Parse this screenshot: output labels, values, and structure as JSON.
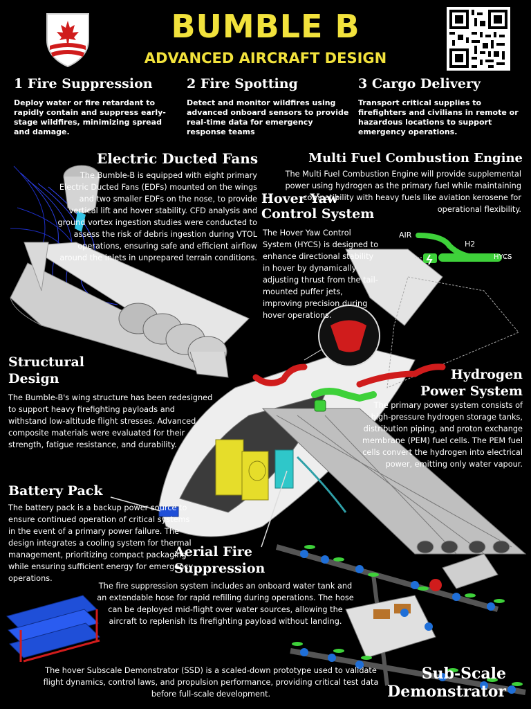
{
  "header": {
    "title": "BUMBLE B",
    "subtitle": "ADVANCED AIRCRAFT DESIGN"
  },
  "missions": [
    {
      "heading": "1 Fire Suppression",
      "text": "Deploy water or fire retardant to rapidly contain and suppress early-stage wildfires, minimizing spread and damage."
    },
    {
      "heading": "2 Fire Spotting",
      "text": "Detect and monitor wildfires using advanced onboard sensors to provide real-time data for emergency response teams"
    },
    {
      "heading": "3 Cargo Delivery",
      "text": "Transport critical supplies to firefighters and civilians in remote or hazardous locations to support emergency operations."
    }
  ],
  "sections": {
    "edf": {
      "heading": "Electric Ducted Fans",
      "text": "The Bumble-B is equipped with eight primary Electric Ducted Fans (EDFs) mounted on the wings and two smaller EDFs on the nose, to provide vertical lift and hover stability. CFD analysis and ground vortex ingestion studies were conducted to assess the risk of debris ingestion during VTOL operations, ensuring safe and efficient airflow around the inlets in unprepared terrain conditions."
    },
    "engine": {
      "heading": "Multi Fuel Combustion Engine",
      "text": "The Multi Fuel Combustion Engine will provide supplemental power using hydrogen as the primary fuel while maintaining compatibility with heavy fuels like aviation kerosene for operational flexibility."
    },
    "hycs": {
      "heading_line1": "Hover Yaw",
      "heading_line2": "Control System",
      "text": "The Hover Yaw Control System (HYCS) is designed to enhance directional stability in hover by dynamically adjusting thrust from the tail-mounted puffer jets, improving precision during hover operations."
    },
    "structural": {
      "heading_line1": "Structural",
      "heading_line2": "Design",
      "text": "The Bumble-B's wing structure has been redesigned to support heavy firefighting payloads and withstand low-altitude flight stresses. Advanced composite materials were evaluated for their strength, fatigue resistance, and durability."
    },
    "hydrogen": {
      "heading_line1": "Hydrogen",
      "heading_line2": "Power System",
      "text": "The primary power system consists of high-pressure hydrogen storage tanks, distribution piping, and proton exchange membrane (PEM) fuel cells. The PEM fuel cells convert the hydrogen into electrical power, emitting only water vapour."
    },
    "battery": {
      "heading": "Battery Pack",
      "text": "The battery pack is a backup power source to ensure continued operation of critical systems in the event of a primary power failure. The design integrates a cooling system for thermal management, prioritizing compact packaging while ensuring sufficient energy for emergency operations."
    },
    "aerial": {
      "heading_line1": "Aerial Fire",
      "heading_line2": "Suppression",
      "text": "The fire suppression system includes an onboard water tank and an extendable hose for rapid refilling during operations. The hose can be deployed mid-flight over water sources, allowing the aircraft to replenish its firefighting payload without landing."
    },
    "ssd": {
      "heading_line1": "Sub-Scale",
      "heading_line2": "Demonstrator",
      "text": "The hover Subscale Demonstrator (SSD) is a scaled-down prototype used to validate flight dynamics, control laws, and propulsion performance, providing critical test data before full-scale development."
    }
  },
  "diagram_labels": {
    "air": "AIR",
    "h2": "H2",
    "hycs": "HYCS"
  },
  "colors": {
    "title_yellow": "#f2e23c",
    "accent_red": "#d01c1c",
    "accent_green": "#3ed13a",
    "tank_yellow": "#e6dd2a",
    "tank_teal": "#2fc7c9",
    "battery_blue": "#1f4fd8"
  },
  "icons": [
    "canada-maple-leaf-shield-logo",
    "qr-code"
  ]
}
